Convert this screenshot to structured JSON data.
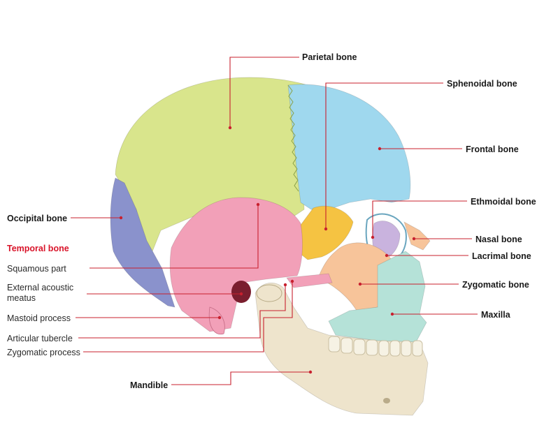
{
  "colors": {
    "parietal": "#d9e58c",
    "frontal": "#9fd8ee",
    "occipital": "#8a92cc",
    "temporal": "#f2a0b8",
    "sphenoid": "#f5c342",
    "zygomatic": "#f7c49a",
    "nasal": "#f7c49a",
    "maxilla": "#b5e2d8",
    "mandible": "#eee4cc",
    "ethmoid": "#c9b3de",
    "leader": "#c8202e",
    "heading": "#d9142a"
  },
  "labels": {
    "parietal": "Parietal bone",
    "sphenoidal": "Sphenoidal bone",
    "frontal": "Frontal bone",
    "ethmoidal": "Ethmoidal bone",
    "nasal": "Nasal bone",
    "lacrimal": "Lacrimal bone",
    "zygomatic": "Zygomatic bone",
    "maxilla": "Maxilla",
    "occipital": "Occipital bone",
    "temporal_heading": "Temporal bone",
    "squamous": "Squamous part",
    "ext_acoustic_1": "External acoustic",
    "ext_acoustic_2": "meatus",
    "mastoid": "Mastoid process",
    "articular": "Articular tubercle",
    "zygomatic_process": "Zygomatic process",
    "mandible": "Mandible"
  }
}
